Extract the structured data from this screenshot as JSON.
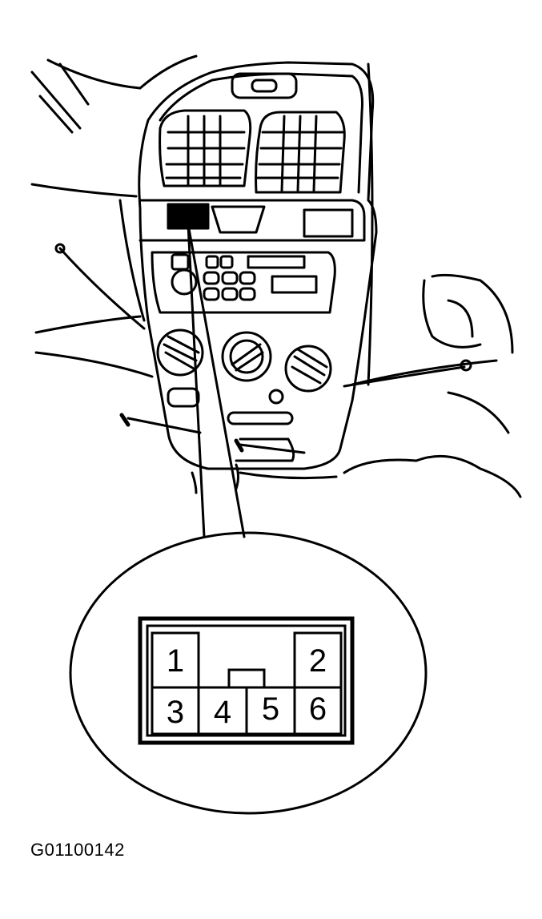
{
  "figure_code": "G01100142",
  "connector": {
    "pins": [
      {
        "id": "1",
        "label": "1"
      },
      {
        "id": "2",
        "label": "2"
      },
      {
        "id": "3",
        "label": "3"
      },
      {
        "id": "4",
        "label": "4"
      },
      {
        "id": "5",
        "label": "5"
      },
      {
        "id": "6",
        "label": "6"
      }
    ]
  }
}
